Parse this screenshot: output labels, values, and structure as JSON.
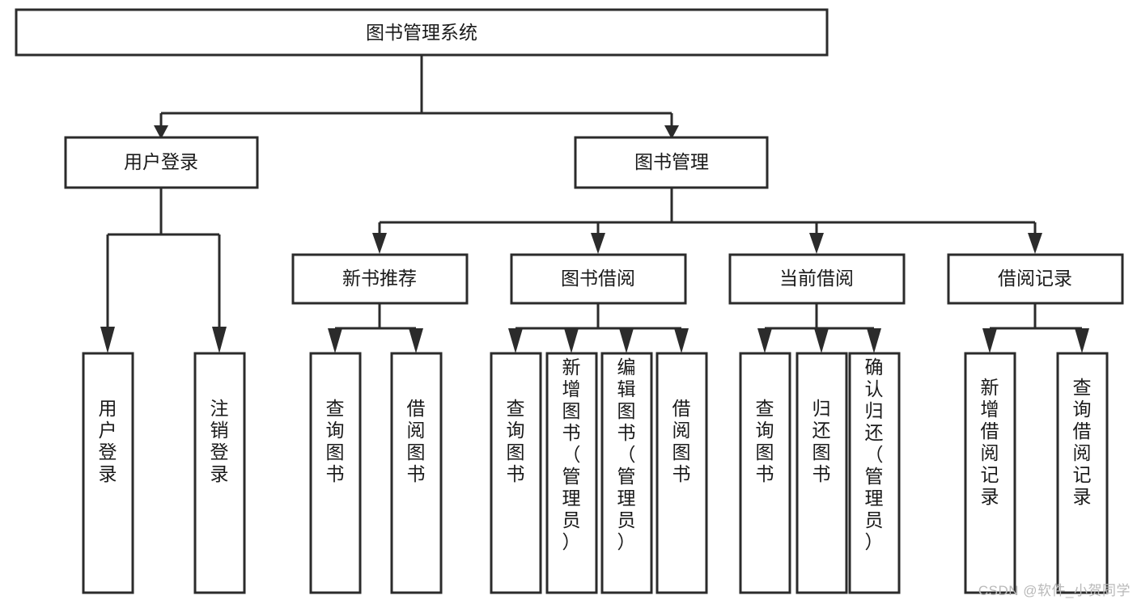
{
  "diagram": {
    "type": "tree-hierarchy",
    "title": "图书管理系统",
    "watermark": "CSDN @软件_小贺同学",
    "colors": {
      "box_stroke": "#2b2b2b",
      "box_fill": "#ffffff",
      "text": "#1a1a1a",
      "background": "#ffffff",
      "watermark": "#b9b9b9"
    },
    "levels": [
      {
        "level": 1,
        "nodes": [
          {
            "id": "root",
            "label": "图书管理系统",
            "orientation": "horizontal"
          }
        ]
      },
      {
        "level": 2,
        "nodes": [
          {
            "id": "login",
            "label": "用户登录",
            "orientation": "horizontal",
            "parent": "root"
          },
          {
            "id": "bookmgmt",
            "label": "图书管理",
            "orientation": "horizontal",
            "parent": "root"
          }
        ]
      },
      {
        "level": 3,
        "nodes": [
          {
            "id": "newbook",
            "label": "新书推荐",
            "orientation": "horizontal",
            "parent": "bookmgmt"
          },
          {
            "id": "borrow",
            "label": "图书借阅",
            "orientation": "horizontal",
            "parent": "bookmgmt"
          },
          {
            "id": "current",
            "label": "当前借阅",
            "orientation": "horizontal",
            "parent": "bookmgmt"
          },
          {
            "id": "records",
            "label": "借阅记录",
            "orientation": "horizontal",
            "parent": "bookmgmt"
          }
        ]
      },
      {
        "level": 4,
        "nodes": [
          {
            "id": "leaf-user-login",
            "label": "用户登录",
            "orientation": "vertical",
            "parent": "login"
          },
          {
            "id": "leaf-user-logout",
            "label": "注销登录",
            "orientation": "vertical",
            "parent": "login"
          },
          {
            "id": "leaf-new-query",
            "label": "查询图书",
            "orientation": "vertical",
            "parent": "newbook"
          },
          {
            "id": "leaf-new-borrow",
            "label": "借阅图书",
            "orientation": "vertical",
            "parent": "newbook"
          },
          {
            "id": "leaf-borrow-query",
            "label": "查询图书",
            "orientation": "vertical",
            "parent": "borrow"
          },
          {
            "id": "leaf-borrow-add",
            "label": "新增图书（管理员）",
            "orientation": "vertical",
            "parent": "borrow"
          },
          {
            "id": "leaf-borrow-edit",
            "label": "编辑图书（管理员）",
            "orientation": "vertical",
            "parent": "borrow"
          },
          {
            "id": "leaf-borrow-lend",
            "label": "借阅图书",
            "orientation": "vertical",
            "parent": "borrow"
          },
          {
            "id": "leaf-current-query",
            "label": "查询图书",
            "orientation": "vertical",
            "parent": "current"
          },
          {
            "id": "leaf-current-return",
            "label": "归还图书",
            "orientation": "vertical",
            "parent": "current"
          },
          {
            "id": "leaf-current-confirm",
            "label": "确认归还（管理员）",
            "orientation": "vertical",
            "parent": "current"
          },
          {
            "id": "leaf-record-add",
            "label": "新增借阅记录",
            "orientation": "vertical",
            "parent": "records"
          },
          {
            "id": "leaf-record-query",
            "label": "查询借阅记录",
            "orientation": "vertical",
            "parent": "records"
          }
        ]
      }
    ]
  }
}
